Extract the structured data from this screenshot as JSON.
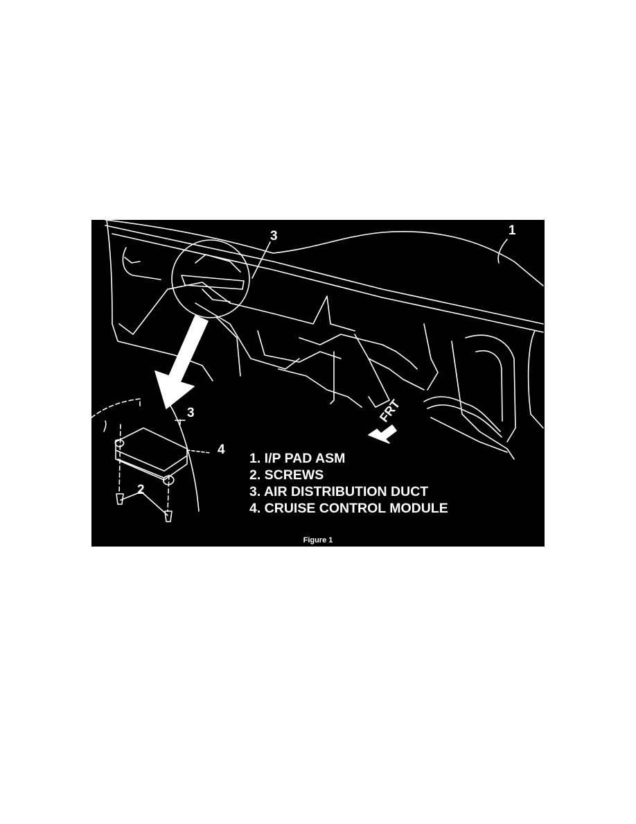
{
  "figure": {
    "caption": "Figure 1",
    "callouts": {
      "c1": "1",
      "c2": "2",
      "c3_main": "3",
      "c3_detail": "3",
      "c4": "4"
    },
    "direction_label": "FRT",
    "legend": [
      "1. I/P PAD ASM",
      "2. SCREWS",
      "3. AIR DISTRIBUTION DUCT",
      "4. CRUISE CONTROL MODULE"
    ],
    "colors": {
      "background": "#000000",
      "linework": "#ffffff",
      "page": "#ffffff"
    }
  }
}
